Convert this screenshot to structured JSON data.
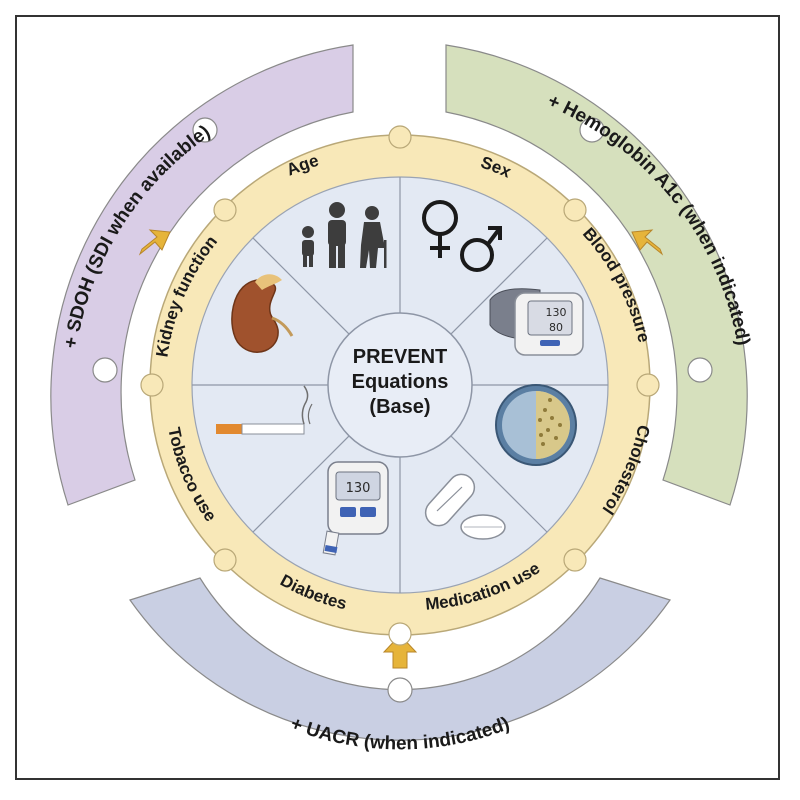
{
  "diagram": {
    "center": {
      "line1": "PREVENT",
      "line2": "Equations",
      "line3": "(Base)"
    },
    "factors": {
      "age": "Age",
      "sex": "Sex",
      "blood_pressure": "Blood pressure",
      "cholesterol": "Cholesterol",
      "medication_use": "Medication use",
      "diabetes": "Diabetes",
      "tobacco_use": "Tobacco use",
      "kidney_function": "Kidney function"
    },
    "add_ons": {
      "sdoh": "+ SDOH (SDI when available)",
      "hba1c": "+ Hemoglobin A1c (when indicated)",
      "uacr": "+ UACR (when indicated)"
    },
    "glucometer_reading": "130",
    "bp_monitor_reading_top": "130",
    "bp_monitor_reading_bottom": "80",
    "colors": {
      "sdoh_band": "#d9cde6",
      "hba1c_band": "#d6e0bd",
      "uacr_band": "#c9cfe3",
      "ring": "#f8e8b8",
      "sector": "#e3e9f3",
      "arrow": "#e6b43a"
    }
  }
}
